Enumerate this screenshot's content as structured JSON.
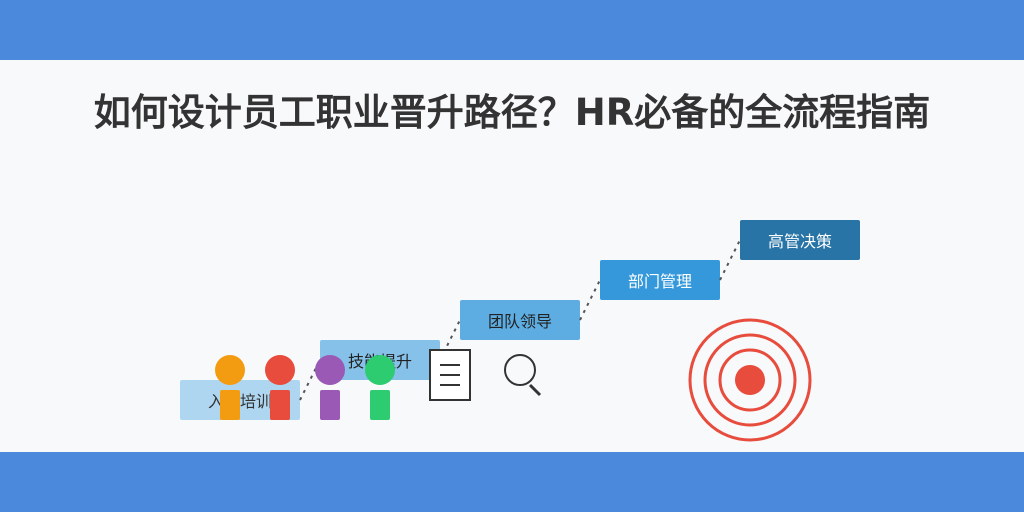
{
  "title": "如何设计员工职业晋升路径？HR必备的全流程指南",
  "steps": [
    {
      "label": "入职培训"
    },
    {
      "label": "技能提升"
    },
    {
      "label": "团队领导"
    },
    {
      "label": "部门管理"
    },
    {
      "label": "高管决策"
    }
  ],
  "people": [
    {
      "color": "#f39c12"
    },
    {
      "color": "#e74c3c"
    },
    {
      "color": "#9b59b6"
    },
    {
      "color": "#2ecc71"
    }
  ],
  "icons": [
    "document-icon",
    "magnifier-icon",
    "target-icon"
  ],
  "colors": {
    "band": "#4a89dc",
    "target": "#e74c3c",
    "connector": "#555555"
  }
}
